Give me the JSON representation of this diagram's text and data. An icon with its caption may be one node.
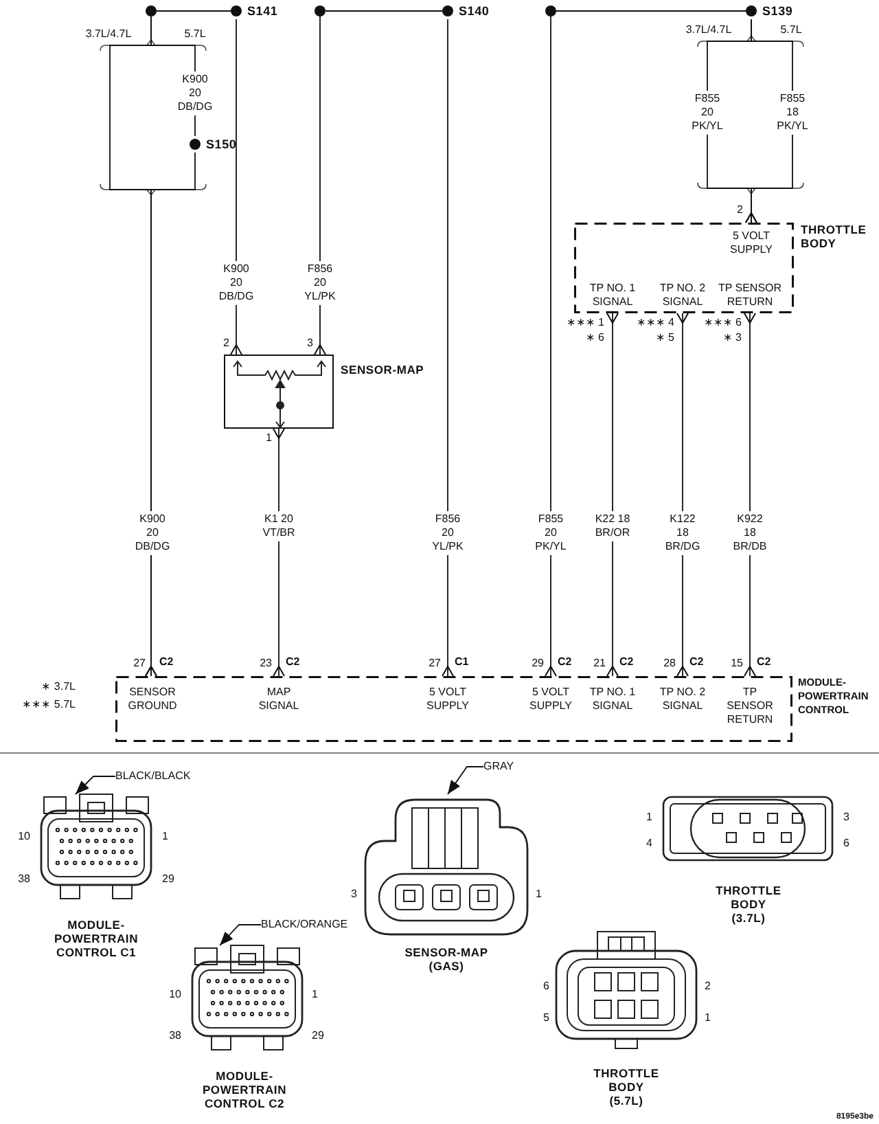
{
  "diagram": {
    "nodes": [
      {
        "text": [],
        "shape": "circle"
      },
      {
        "text": [
          "S141"
        ]
      },
      {
        "text": [],
        "shape": "circle"
      },
      {
        "text": [
          "S140"
        ]
      },
      {
        "text": [],
        "shape": "circle"
      },
      {
        "text": [
          "S139"
        ]
      },
      {
        "text": [
          "S150"
        ]
      },
      {
        "text": [
          "SENSOR-MAP"
        ],
        "beside": [
          "2",
          "3",
          "1"
        ]
      },
      {
        "text": [
          "THROTTLE BODY",
          "5 VOLT SUPPLY",
          "TP NO. 1 SIGNAL",
          "TP NO. 2 SIGNAL",
          "TP SENSOR RETURN"
        ],
        "beside": [
          "2",
          "∗∗∗ 1",
          "∗ 6",
          "∗∗∗ 4",
          "∗ 5",
          "∗∗∗ 6",
          "∗ 3"
        ]
      },
      {
        "text": [
          "MODULE-POWERTRAIN CONTROL",
          "SENSOR GROUND",
          "MAP SIGNAL",
          "5 VOLT SUPPLY",
          "5 VOLT SUPPLY",
          "TP NO. 1 SIGNAL",
          "TP NO. 2 SIGNAL",
          "TP SENSOR RETURN"
        ],
        "beside": [
          "27",
          "C2",
          "23",
          "C2",
          "27",
          "C1",
          "29",
          "C2",
          "21",
          "C2",
          "28",
          "C2",
          "15",
          "C2"
        ]
      },
      {
        "text": [
          "BLACK/BLACK"
        ]
      },
      {
        "text": [
          "MODULE-POWERTRAIN CONTROL C1"
        ],
        "beside": [
          "10",
          "1",
          "38",
          "29"
        ]
      },
      {
        "text": [
          "GRAY"
        ]
      },
      {
        "text": [
          "SENSOR-MAP (GAS)"
        ],
        "beside": [
          "3",
          "1"
        ]
      },
      {
        "text": [
          "THROTTLE BODY (3.7L)"
        ],
        "beside": [
          "1",
          "4",
          "3",
          "6"
        ]
      },
      {
        "text": [
          "BLACK/ORANGE"
        ]
      },
      {
        "text": [
          "MODULE-POWERTRAIN CONTROL C2"
        ],
        "beside": [
          "10",
          "1",
          "38",
          "29"
        ]
      },
      {
        "text": [
          "THROTTLE BODY (5.7L)"
        ],
        "beside": [
          "6",
          "5",
          "2",
          "1"
        ]
      }
    ],
    "edges": [
      {
        "from": 0,
        "to": 1,
        "arrow": "none"
      },
      {
        "from": 2,
        "to": 3,
        "arrow": "none"
      },
      {
        "from": 4,
        "to": 5,
        "arrow": "none"
      },
      {
        "from": 0,
        "to": 6,
        "arrow": "none",
        "label": "K900 20 DB/DG"
      },
      {
        "from": 6,
        "to": 9,
        "arrow": "other",
        "label": "K900 20 DB/DG"
      },
      {
        "from": 0,
        "to": 9,
        "arrow": "other"
      },
      {
        "from": 1,
        "to": 7,
        "arrow": "other",
        "label": "K900 20 DB/DG"
      },
      {
        "from": 2,
        "to": 7,
        "arrow": "other",
        "label": "F856 20 YL/PK"
      },
      {
        "from": 7,
        "to": 9,
        "arrow": "other",
        "label": "K1 20 VT/BR"
      },
      {
        "from": 3,
        "to": 9,
        "arrow": "other",
        "label": "F856 20 YL/PK"
      },
      {
        "from": 4,
        "to": 9,
        "arrow": "other",
        "label": "F855 20 PK/YL"
      },
      {
        "from": 5,
        "to": 8,
        "arrow": "other",
        "label": "F855 20 PK/YL"
      },
      {
        "from": 5,
        "to": 8,
        "arrow": "other",
        "label": "F855 18 PK/YL"
      },
      {
        "from": 8,
        "to": 9,
        "arrow": "other",
        "label": "K22 18 BR/OR"
      },
      {
        "from": 8,
        "to": 9,
        "arrow": "other",
        "label": "K122 18 BR/DG"
      },
      {
        "from": 8,
        "to": 9,
        "arrow": "other",
        "label": "K922 18 BR/DB"
      },
      {
        "from": 10,
        "to": 11,
        "arrow": "to"
      },
      {
        "from": 12,
        "to": 13,
        "arrow": "to"
      },
      {
        "from": 15,
        "to": 16,
        "arrow": "to"
      }
    ],
    "labels": [
      "3.7L/4.7L",
      "5.7L",
      "3.7L/4.7L",
      "5.7L",
      "∗ 3.7L",
      "∗∗∗ 5.7L",
      "8195e3be"
    ]
  }
}
